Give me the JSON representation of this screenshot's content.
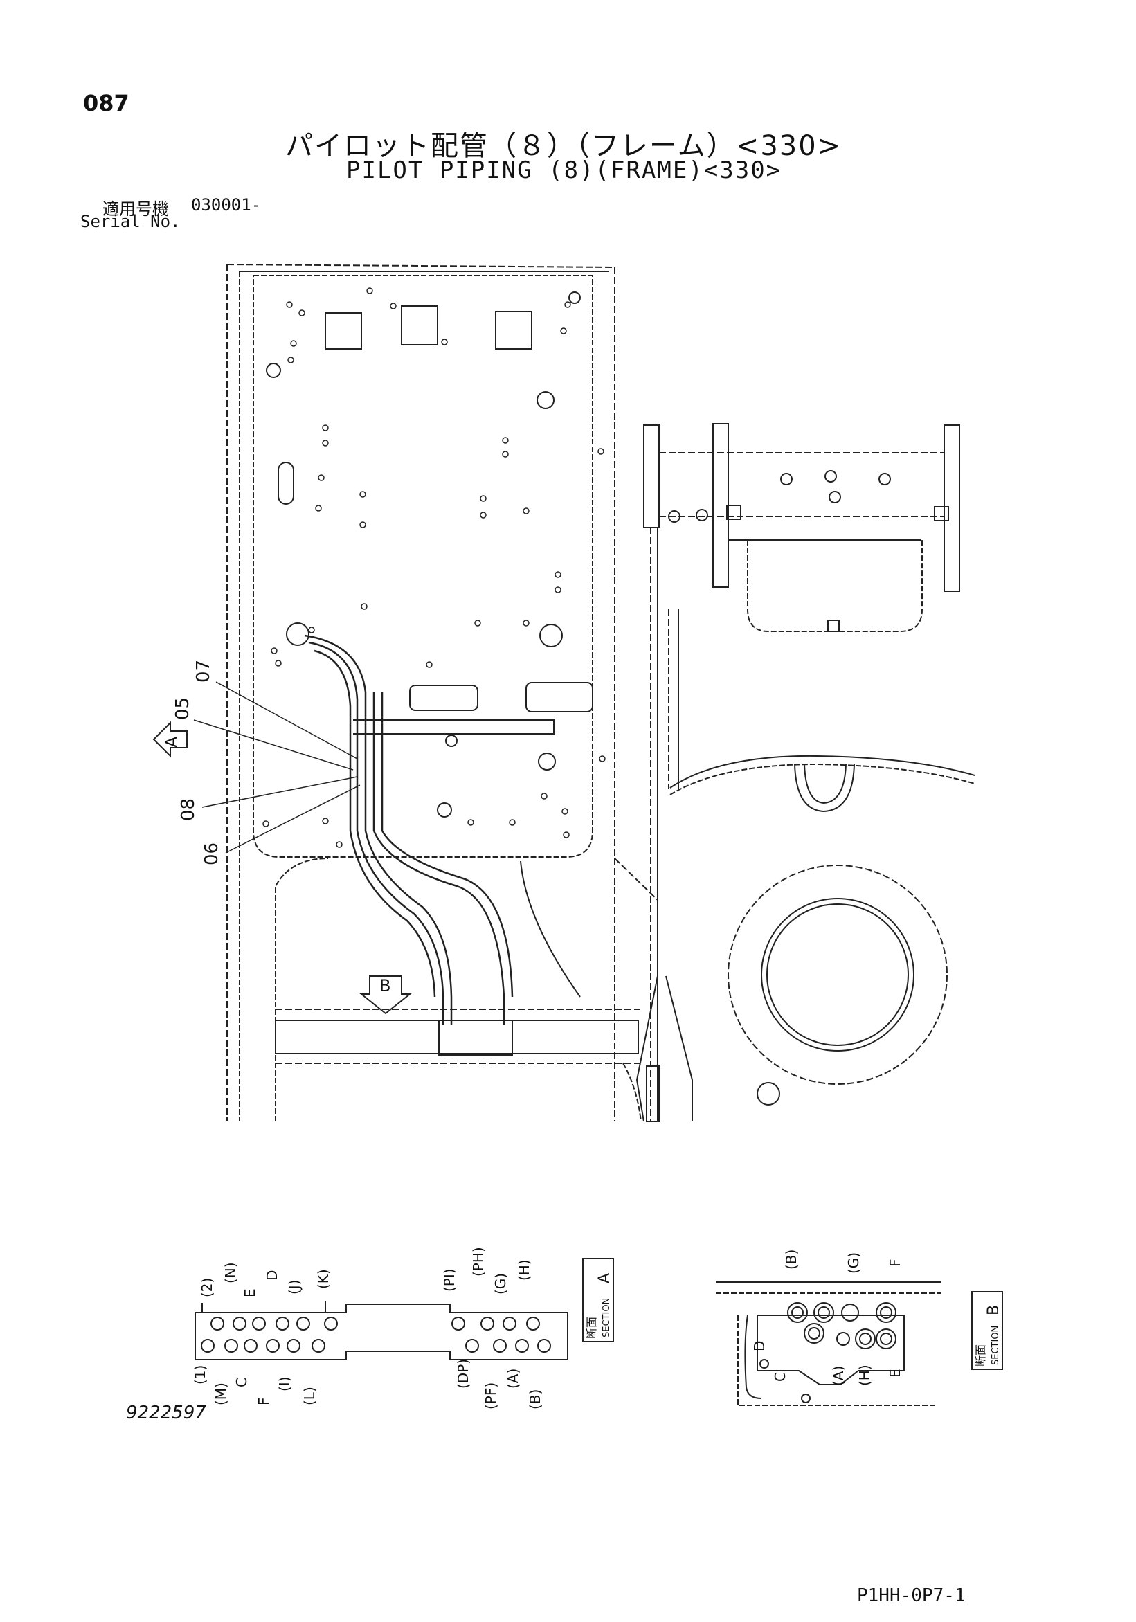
{
  "header": {
    "page_number": "087",
    "title_jp": "パイロット配管（８）（フレーム）<330>",
    "title_en": "PILOT PIPING (8)(FRAME)<330>",
    "serial_label_jp": "適用号機",
    "serial_range": "030001-",
    "serial_label_en": "Serial No."
  },
  "callouts": {
    "c07": "07",
    "c05": "05",
    "c08": "08",
    "c06": "06",
    "view_a": "A",
    "view_b": "B"
  },
  "section_a": {
    "tag_jp": "断面",
    "tag_en": "SECTION",
    "tag_letter": "A",
    "top_labels": [
      "(2)",
      "(N)",
      "E",
      "D",
      "(J)",
      "(K)"
    ],
    "bottom_labels": [
      "(1)",
      "(M)",
      "C",
      "F",
      "(I)",
      "(L)"
    ],
    "right_top_labels": [
      "(PI)",
      "(PH)",
      "(G)",
      "(H)"
    ],
    "right_bottom_labels": [
      "(DP)",
      "(PF)",
      "(A)",
      "(B)"
    ]
  },
  "section_b": {
    "tag_jp": "断面",
    "tag_en": "SECTION",
    "tag_letter": "B",
    "top_labels": [
      "(B)",
      "(G)",
      "F"
    ],
    "left_labels": [
      "D",
      "C"
    ],
    "bottom_labels": [
      "(A)",
      "(H)",
      "E"
    ]
  },
  "footer": {
    "drawing_no": "9222597",
    "page_code": "P1HH-0P7-1"
  }
}
